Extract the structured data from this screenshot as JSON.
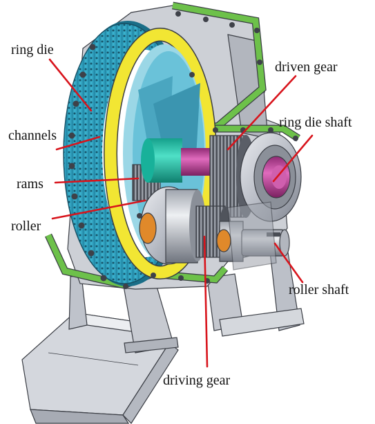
{
  "labels": {
    "ring_die": "ring die",
    "channels": "channels",
    "rams": "rams",
    "roller": "roller",
    "driven_gear": "driven gear",
    "ring_die_shaft": "ring die shaft",
    "roller_shaft": "roller shaft",
    "driving_gear": "driving gear"
  },
  "colors": {
    "ring_die": "#35a9c6",
    "ring_die_dark": "#1e7f9d",
    "flange_ring": "#f2e633",
    "frame_edge": "#6dc14a",
    "housing": "#c9ccd3",
    "housing_dark": "#8d929c",
    "hub": "#23c9b0",
    "ring_die_shaft": "#c2449c",
    "roller_disc": "#e0892a",
    "leader_line": "#d8141c"
  },
  "icons": [
    "bolt-icon",
    "gear-teeth-icon",
    "die-hole-icon"
  ]
}
